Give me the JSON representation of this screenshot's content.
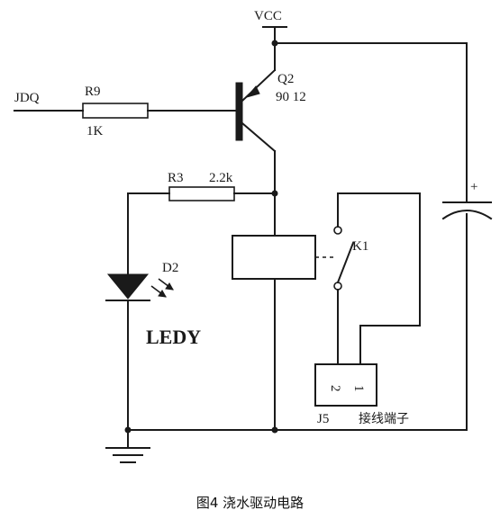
{
  "labels": {
    "vcc": "VCC",
    "jdq": "JDQ",
    "r9_name": "R9",
    "r9_value": "1K",
    "q2_name": "Q2",
    "q2_model": "90 12",
    "r3_name": "R3",
    "r3_value": "2.2k",
    "d2_name": "D2",
    "d2_value": "LEDY",
    "k1_name": "K1",
    "j5_name": "J5",
    "j5_desc": "接线端子",
    "j5_pin2": "2",
    "j5_pin1": "1",
    "cap_plus": "+"
  },
  "caption": "图4 浇水驱动电路"
}
